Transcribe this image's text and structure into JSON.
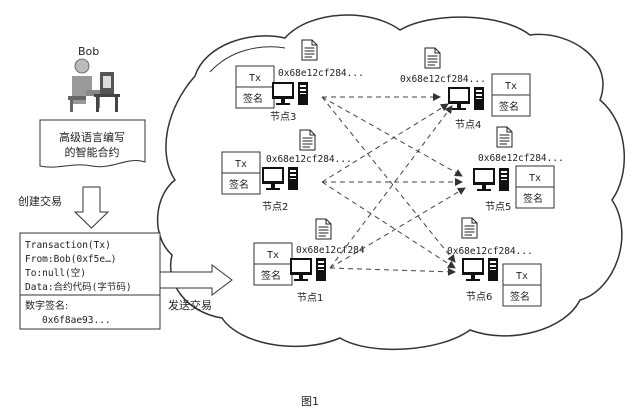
{
  "user": {
    "name": "Bob"
  },
  "contract_doc": {
    "line1": "高级语言编写",
    "line2": "的智能合约"
  },
  "step_labels": {
    "create": "创建交易",
    "send": "发送交易"
  },
  "transaction": {
    "line1": "Transaction(Tx)",
    "line2": "From:Bob(0xf5e…)",
    "line3": "To:null(空)",
    "line4": "Data:合约代码(字节码)",
    "sig_label": "数字签名:",
    "sig_value": "0x6f8ae93..."
  },
  "node_labels": {
    "tx": "Tx",
    "sign": "签名"
  },
  "nodes": [
    {
      "id": "1",
      "label": "节点1",
      "hash": "0x68e12cf284"
    },
    {
      "id": "2",
      "label": "节点2",
      "hash": "0x68e12cf284..."
    },
    {
      "id": "3",
      "label": "节点3",
      "hash": "0x68e12cf284..."
    },
    {
      "id": "4",
      "label": "节点4",
      "hash": "0x68e12cf284..."
    },
    {
      "id": "5",
      "label": "节点5",
      "hash": "0x68e12cf284..."
    },
    {
      "id": "6",
      "label": "节点6",
      "hash": "0x68e12cf284..."
    }
  ],
  "caption": "图1"
}
